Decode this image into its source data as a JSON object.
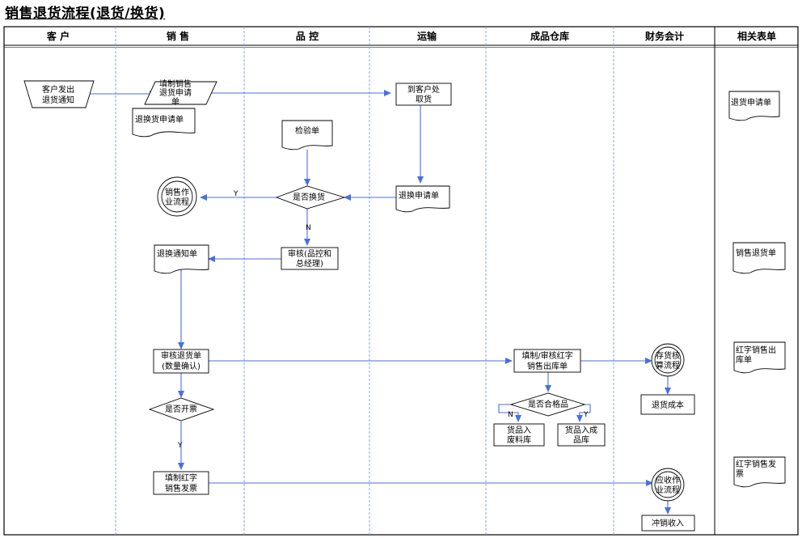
{
  "title": "销售退货流程(退货/换货)",
  "lanes": [
    "客 户",
    "销  售",
    "品  控",
    "运输",
    "成品仓库",
    "财务会计",
    "相关表单"
  ],
  "nodes": {
    "customer_notice": [
      "客户发出",
      "退货通知"
    ],
    "fill_return_form": [
      "填制销售",
      "退货申请",
      "单"
    ],
    "return_exchange_doc": [
      "退换货申请单"
    ],
    "pickup": [
      "到客户处",
      "取货"
    ],
    "inspection_doc": [
      "检验单"
    ],
    "sales_flow": [
      "销售作",
      "业流程"
    ],
    "is_exchange": [
      "是否换货"
    ],
    "exchange_doc": [
      "退换申请单"
    ],
    "notice_doc": [
      "退换通知单"
    ],
    "review": [
      "审核(品控和",
      "总经理)"
    ],
    "review_return": [
      "审核退货单",
      "(数量确认)"
    ],
    "red_outbound": [
      "填制/审核红字",
      "销售出库单"
    ],
    "inventory_flow": [
      "存货核",
      "算流程"
    ],
    "is_qualified": [
      "是否合格品"
    ],
    "return_cost": [
      "退货成本"
    ],
    "is_invoiced": [
      "是否开票"
    ],
    "scrap_store": [
      "货品入",
      "废料库"
    ],
    "finished_store": [
      "货品入成",
      "品库"
    ],
    "red_invoice": [
      "填制红字",
      "销售发票"
    ],
    "receivable_flow": [
      "应收作",
      "业流程"
    ],
    "offset_income": [
      "冲销收入"
    ],
    "form_return_request": [
      "退货申请单"
    ],
    "form_sales_return": [
      "销售退货单"
    ],
    "form_red_outbound": [
      "红字销售出",
      "库单"
    ],
    "form_red_invoice": [
      "红字销售发",
      "票"
    ]
  },
  "edge_labels": {
    "exchange_yes": "Y",
    "exchange_no": "N",
    "qualified_no": "N",
    "qualified_yes": "Y",
    "invoice_yes": "Y"
  },
  "colors": {
    "line": "#4a6fe0",
    "border": "#000000",
    "lane_divider": "#8aa0e8"
  }
}
